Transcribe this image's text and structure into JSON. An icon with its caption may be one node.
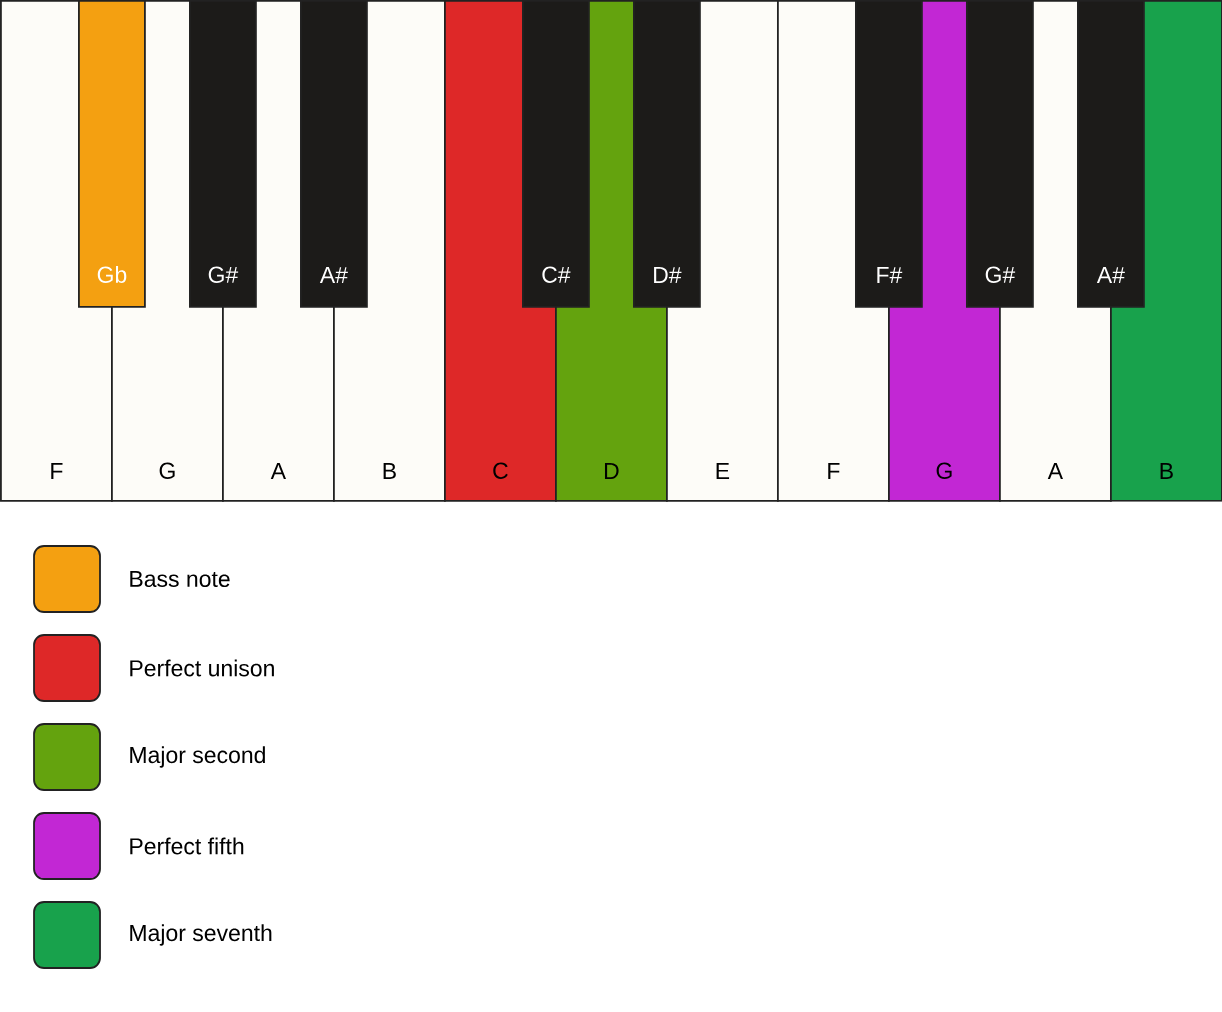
{
  "diagram": {
    "nodes": [
      {
        "text": [
          "F"
        ]
      },
      {
        "text": [
          "G"
        ]
      },
      {
        "text": [
          "A"
        ]
      },
      {
        "text": [
          "B"
        ]
      },
      {
        "text": [
          "C"
        ]
      },
      {
        "text": [
          "D"
        ]
      },
      {
        "text": [
          "E"
        ]
      },
      {
        "text": [
          "F"
        ]
      },
      {
        "text": [
          "G"
        ]
      },
      {
        "text": [
          "A"
        ]
      },
      {
        "text": [
          "B"
        ]
      },
      {
        "text": [
          "Gb"
        ]
      },
      {
        "text": [
          "G#"
        ]
      },
      {
        "text": [
          "A#"
        ]
      },
      {
        "text": [
          "C#"
        ]
      },
      {
        "text": [
          "D#"
        ]
      },
      {
        "text": [
          "F#"
        ]
      },
      {
        "text": [
          "G#"
        ]
      },
      {
        "text": [
          "A#"
        ]
      }
    ],
    "legend": [
      {
        "text": "Bass note",
        "color": "#f4a011"
      },
      {
        "text": "Perfect unison",
        "color": "#de2828"
      },
      {
        "text": "Major second",
        "color": "#64a30e"
      },
      {
        "text": "Perfect fifth",
        "color": "#c227d4"
      },
      {
        "text": "Major seventh",
        "color": "#18a24c"
      }
    ]
  }
}
